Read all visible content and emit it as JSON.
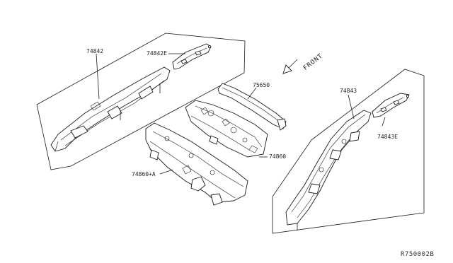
{
  "diagram": {
    "parts": [
      {
        "id": "left_rail",
        "number": "74842"
      },
      {
        "id": "left_ext",
        "number": "74842E"
      },
      {
        "id": "crossmember",
        "number": "75650"
      },
      {
        "id": "floor_panel",
        "number": "74860"
      },
      {
        "id": "floor_panel_a",
        "number": "74860+A"
      },
      {
        "id": "right_rail",
        "number": "74843"
      },
      {
        "id": "right_ext",
        "number": "74843E"
      }
    ],
    "direction_label": "FRONT",
    "reference_code": "R750002B"
  }
}
